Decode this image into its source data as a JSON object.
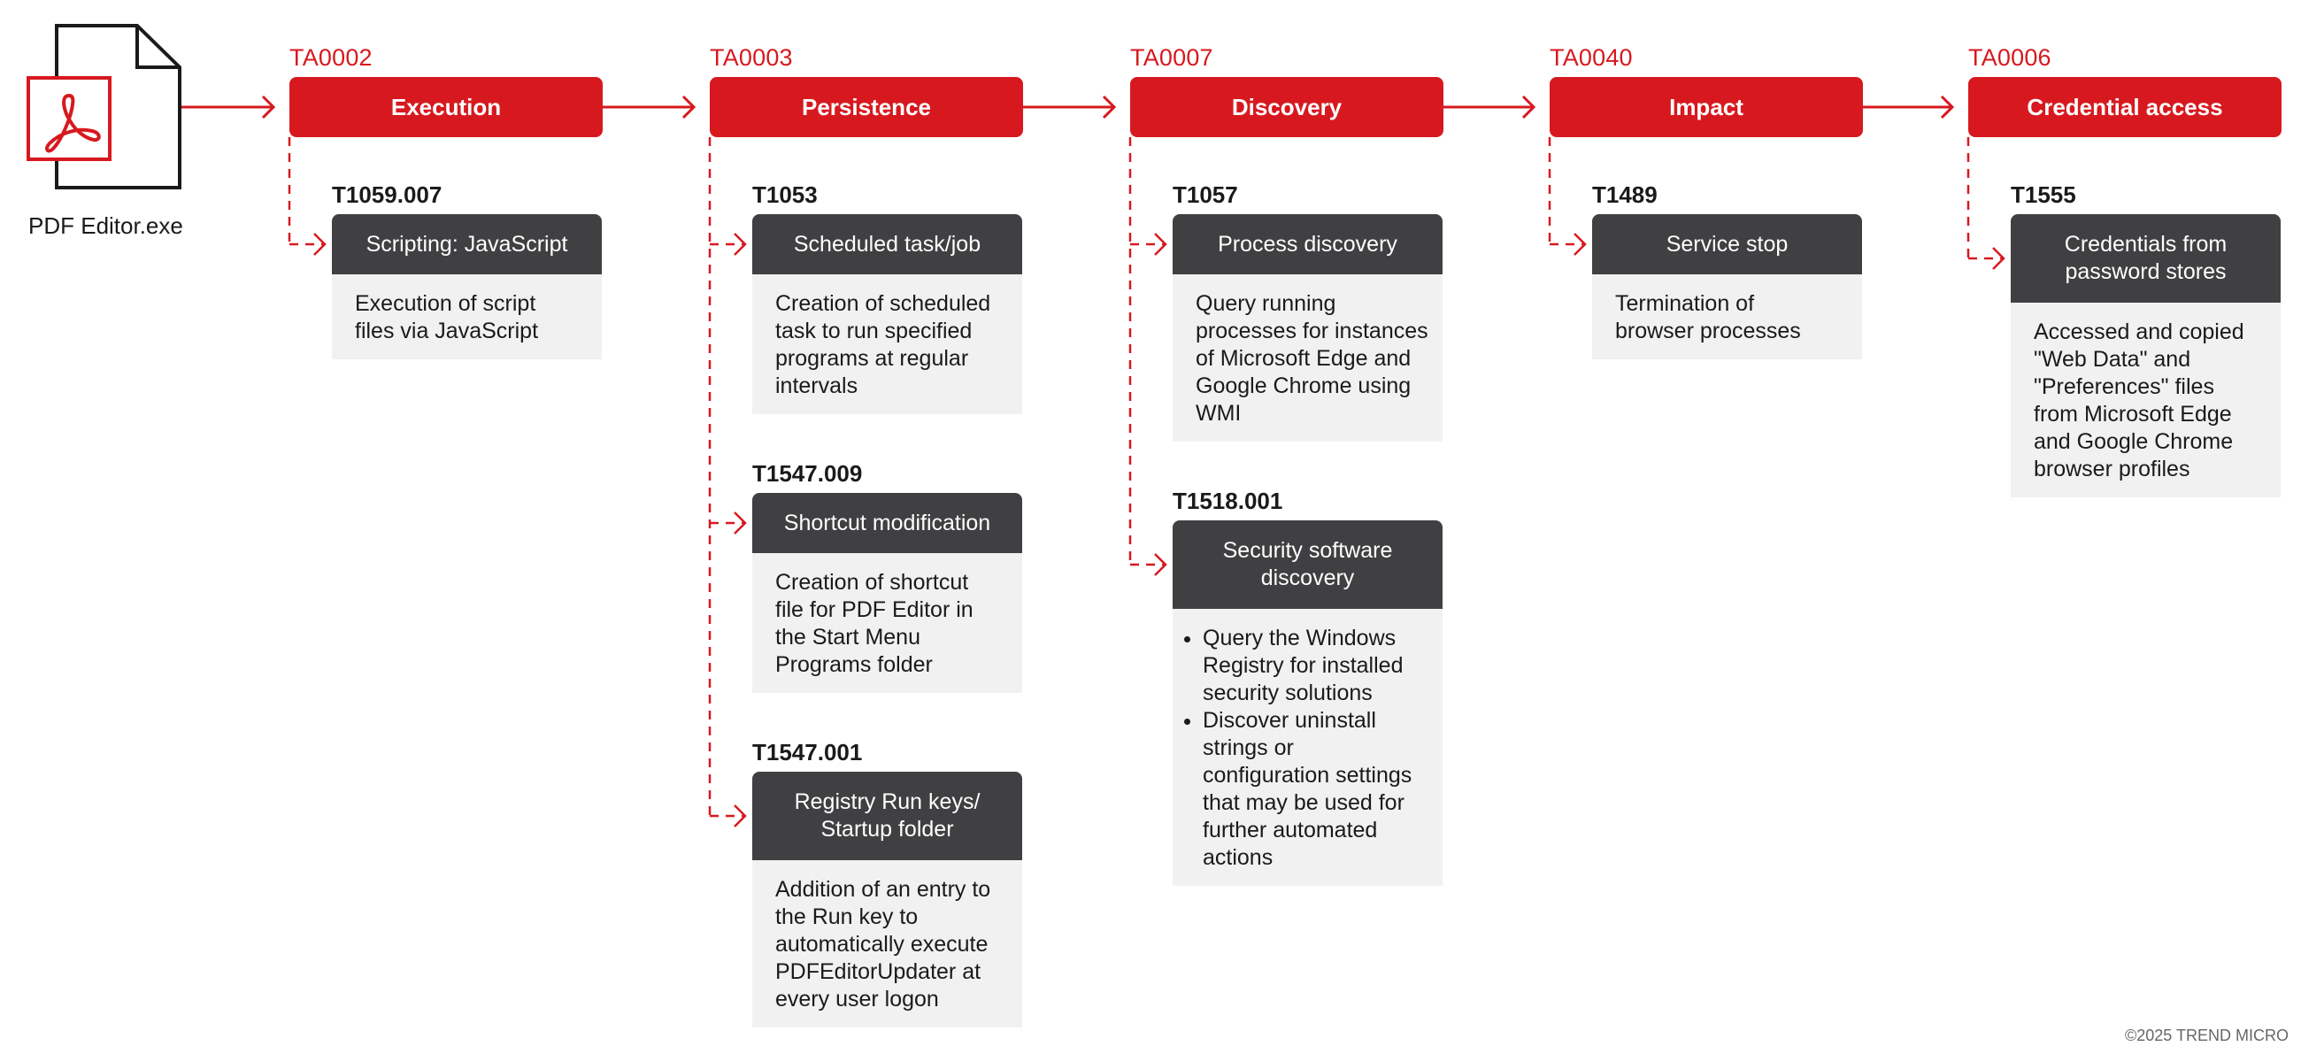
{
  "file": {
    "label": "PDF Editor.exe",
    "icon": "pdf-file-icon"
  },
  "colors": {
    "accent": "#d7191f",
    "dark": "#404042",
    "panel": "#f0f1f0"
  },
  "tactics": [
    {
      "id": "TA0002",
      "name": "Execution",
      "techniques": [
        {
          "id": "T1059.007",
          "name": "Scripting: JavaScript",
          "description": "Execution of script\nfiles via JavaScript"
        }
      ]
    },
    {
      "id": "TA0003",
      "name": "Persistence",
      "techniques": [
        {
          "id": "T1053",
          "name": "Scheduled task/job",
          "description": "Creation of scheduled\ntask to run specified\nprograms at regular\nintervals"
        },
        {
          "id": "T1547.009",
          "name": "Shortcut modification",
          "description": "Creation of shortcut\nfile for PDF Editor in\nthe Start Menu\nPrograms folder"
        },
        {
          "id": "T1547.001",
          "name": "Registry Run keys/\nStartup folder",
          "description": "Addition of an entry to\nthe Run key to\nautomatically execute\nPDFEditorUpdater at\nevery user logon"
        }
      ]
    },
    {
      "id": "TA0007",
      "name": "Discovery",
      "techniques": [
        {
          "id": "T1057",
          "name": "Process discovery",
          "description": "Query running\nprocesses for instances\nof Microsoft Edge and\nGoogle Chrome using\nWMI"
        },
        {
          "id": "T1518.001",
          "name": "Security software\ndiscovery",
          "bullets": [
            "Query the Windows\nRegistry for installed\nsecurity solutions",
            "Discover uninstall\nstrings or\nconfiguration settings\nthat may be used for\nfurther automated\nactions"
          ]
        }
      ]
    },
    {
      "id": "TA0040",
      "name": "Impact",
      "techniques": [
        {
          "id": "T1489",
          "name": "Service stop",
          "description": "Termination of\nbrowser processes"
        }
      ]
    },
    {
      "id": "TA0006",
      "name": "Credential access",
      "techniques": [
        {
          "id": "T1555",
          "name": "Credentials from\npassword stores",
          "description": "Accessed and copied\n\"Web Data\" and\n\"Preferences\" files\nfrom Microsoft Edge\nand Google Chrome\nbrowser profiles"
        }
      ]
    }
  ],
  "footer": "©2025 TREND MICRO"
}
